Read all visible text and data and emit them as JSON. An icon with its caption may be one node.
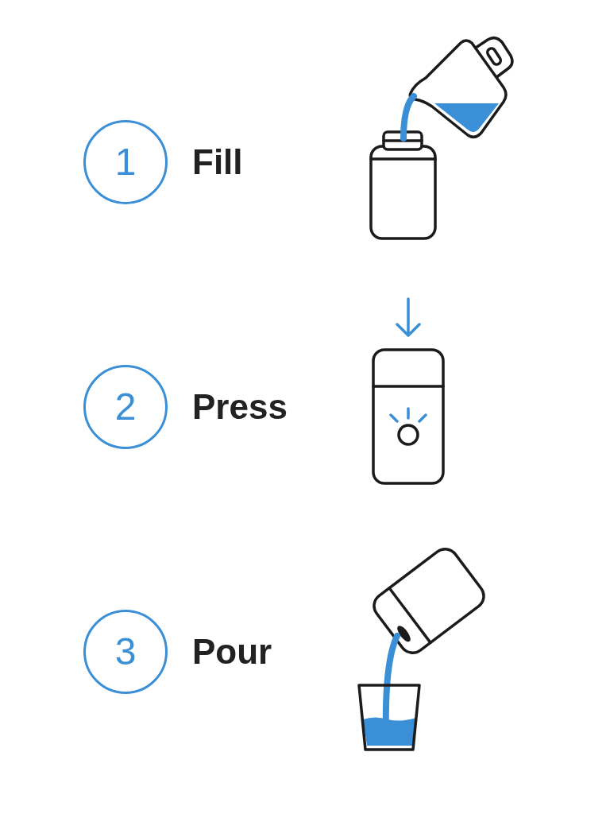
{
  "diagram": {
    "nodes": [
      {
        "text": [
          "1"
        ],
        "beside": [
          "Fill"
        ]
      },
      {
        "text": [
          "2"
        ],
        "beside": [
          "Press"
        ]
      },
      {
        "text": [
          "3"
        ],
        "beside": [
          "Pour"
        ]
      }
    ]
  }
}
